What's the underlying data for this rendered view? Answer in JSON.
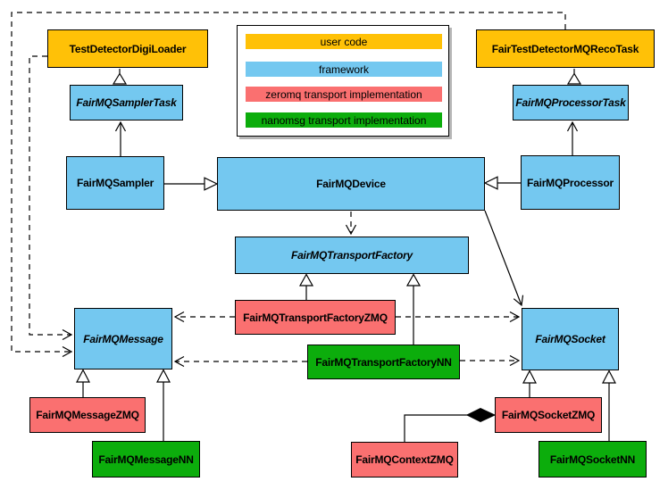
{
  "colors": {
    "user_code": "#FFC107",
    "framework": "#74C8F0",
    "zeromq": "#FA7070",
    "nanomsg": "#0CAD0C"
  },
  "legend": {
    "items": [
      {
        "label": "user code",
        "category": "user_code"
      },
      {
        "label": "framework",
        "category": "framework"
      },
      {
        "label": "zeromq transport implementation",
        "category": "zeromq"
      },
      {
        "label": "nanomsg transport implementation",
        "category": "nanomsg"
      }
    ]
  },
  "nodes": {
    "digiLoader": {
      "label": "TestDetectorDigiLoader",
      "category": "user_code",
      "abstract": false
    },
    "recoTask": {
      "label": "FairTestDetectorMQRecoTask",
      "category": "user_code",
      "abstract": false
    },
    "samplerTask": {
      "label": "FairMQSamplerTask",
      "category": "framework",
      "abstract": true
    },
    "processorTask": {
      "label": "FairMQProcessorTask",
      "category": "framework",
      "abstract": true
    },
    "sampler": {
      "label": "FairMQSampler",
      "category": "framework",
      "abstract": false
    },
    "device": {
      "label": "FairMQDevice",
      "category": "framework",
      "abstract": false
    },
    "processor": {
      "label": "FairMQProcessor",
      "category": "framework",
      "abstract": false
    },
    "transportFactory": {
      "label": "FairMQTransportFactory",
      "category": "framework",
      "abstract": true
    },
    "transportFactoryZMQ": {
      "label": "FairMQTransportFactoryZMQ",
      "category": "zeromq",
      "abstract": false
    },
    "transportFactoryNN": {
      "label": "FairMQTransportFactoryNN",
      "category": "nanomsg",
      "abstract": false
    },
    "message": {
      "label": "FairMQMessage",
      "category": "framework",
      "abstract": true
    },
    "socket": {
      "label": "FairMQSocket",
      "category": "framework",
      "abstract": true
    },
    "messageZMQ": {
      "label": "FairMQMessageZMQ",
      "category": "zeromq",
      "abstract": false
    },
    "messageNN": {
      "label": "FairMQMessageNN",
      "category": "nanomsg",
      "abstract": false
    },
    "contextZMQ": {
      "label": "FairMQContextZMQ",
      "category": "zeromq",
      "abstract": false
    },
    "socketZMQ": {
      "label": "FairMQSocketZMQ",
      "category": "zeromq",
      "abstract": false
    },
    "socketNN": {
      "label": "FairMQSocketNN",
      "category": "nanomsg",
      "abstract": false
    }
  },
  "edges": [
    {
      "from": "samplerTask",
      "to": "digiLoader",
      "style": "solid",
      "head": "hollow-triangle"
    },
    {
      "from": "processorTask",
      "to": "recoTask",
      "style": "solid",
      "head": "hollow-triangle"
    },
    {
      "from": "sampler",
      "to": "samplerTask",
      "style": "solid",
      "head": "open-vee"
    },
    {
      "from": "processor",
      "to": "processorTask",
      "style": "solid",
      "head": "open-vee"
    },
    {
      "from": "sampler",
      "to": "device",
      "style": "solid",
      "head": "hollow-triangle"
    },
    {
      "from": "processor",
      "to": "device",
      "style": "solid",
      "head": "hollow-triangle"
    },
    {
      "from": "device",
      "to": "transportFactory",
      "style": "dashed",
      "head": "open-vee"
    },
    {
      "from": "device",
      "to": "socket",
      "style": "solid",
      "head": "open-vee"
    },
    {
      "from": "transportFactoryZMQ",
      "to": "transportFactory",
      "style": "solid",
      "head": "hollow-triangle"
    },
    {
      "from": "transportFactoryNN",
      "to": "transportFactory",
      "style": "solid",
      "head": "hollow-triangle"
    },
    {
      "from": "transportFactoryZMQ",
      "to": "message",
      "style": "dashed",
      "head": "open-vee"
    },
    {
      "from": "transportFactoryZMQ",
      "to": "socket",
      "style": "dashed",
      "head": "open-vee"
    },
    {
      "from": "transportFactoryNN",
      "to": "message",
      "style": "dashed",
      "head": "open-vee"
    },
    {
      "from": "transportFactoryNN",
      "to": "socket",
      "style": "dashed",
      "head": "open-vee"
    },
    {
      "from": "digiLoader",
      "to": "message",
      "style": "dashed",
      "head": "open-vee"
    },
    {
      "from": "recoTask",
      "to": "message",
      "style": "dashed",
      "head": "open-vee"
    },
    {
      "from": "messageZMQ",
      "to": "message",
      "style": "solid",
      "head": "hollow-triangle"
    },
    {
      "from": "messageNN",
      "to": "message",
      "style": "solid",
      "head": "hollow-triangle"
    },
    {
      "from": "socketZMQ",
      "to": "socket",
      "style": "solid",
      "head": "hollow-triangle"
    },
    {
      "from": "socketNN",
      "to": "socket",
      "style": "solid",
      "head": "hollow-triangle"
    },
    {
      "from": "contextZMQ",
      "to": "socketZMQ",
      "style": "solid",
      "head": "filled-diamond"
    }
  ]
}
